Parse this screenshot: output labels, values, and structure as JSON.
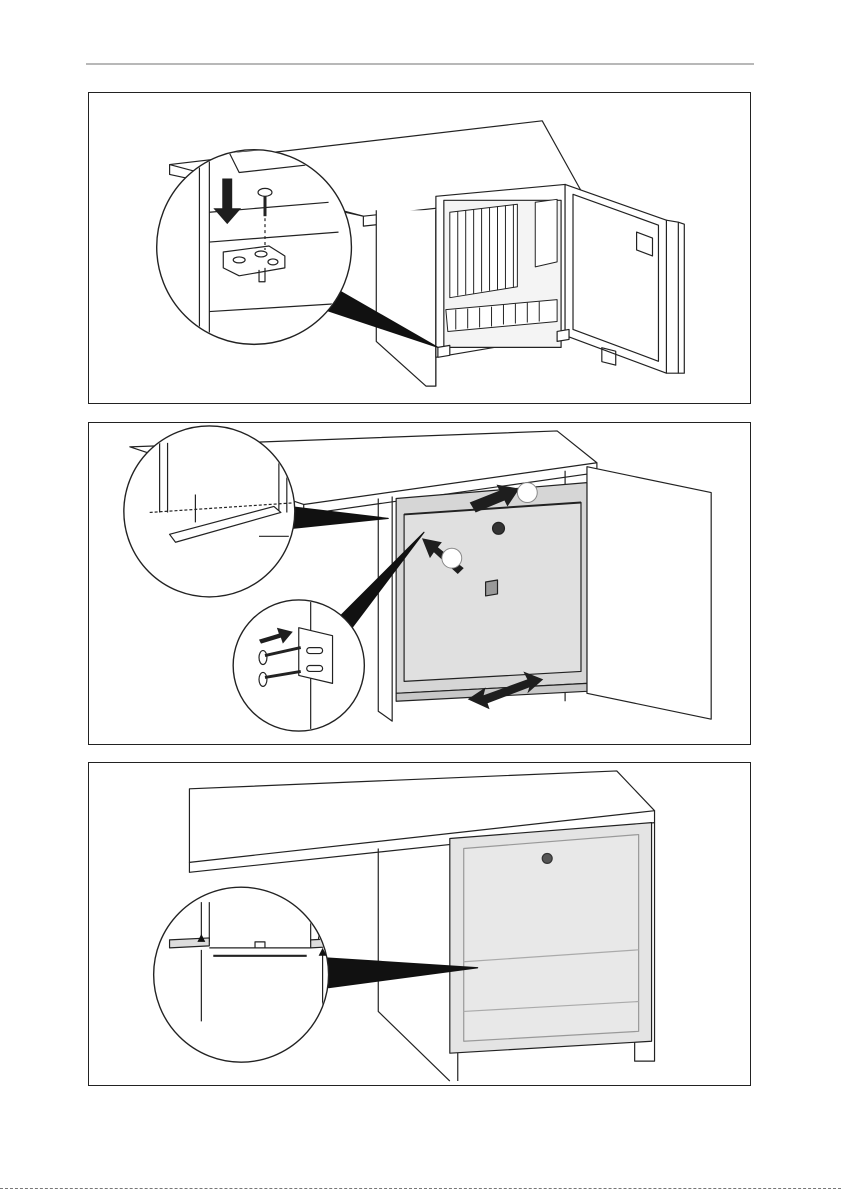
{
  "figures": [
    {
      "id": "fig-1"
    },
    {
      "id": "fig-2",
      "markers": [
        "",
        ""
      ]
    },
    {
      "id": "fig-3"
    }
  ],
  "colors": {
    "line": "#222222",
    "fridge_grey": "#d6d6d6",
    "fridge_light": "#e4e4e4",
    "arrow": "#1e1e1e",
    "marker_fill": "#ffffff"
  },
  "icons": [
    "screw-icon",
    "down-arrow-icon",
    "push-arrow-icon",
    "double-arrow-icon",
    "bracket-icon",
    "dimension-arrow-icon"
  ]
}
